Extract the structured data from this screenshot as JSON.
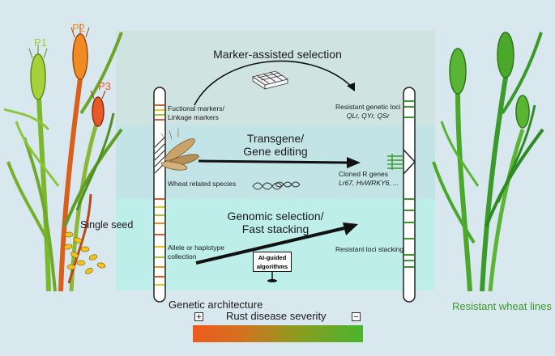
{
  "labels": {
    "p1": "P1",
    "p2": "P2",
    "p3": "P3",
    "single_seed": "Single seed",
    "genetic_architecture": "Genetic architecture",
    "rust_disease_severity": "Rust disease severity",
    "resistant_wheat_lines": "Resistant wheat lines",
    "plus": "+",
    "minus": "−"
  },
  "strategies": [
    {
      "title": "Marker-assisted selection",
      "left_label_1": "Fuctional markers/",
      "left_label_2": "Linkage markers",
      "right_label_1": "Resistant genetic loci",
      "right_label_2": "QLr, QYr, QSr"
    },
    {
      "title_1": "Transgene/",
      "title_2": "Gene editing",
      "left_label": "Wheat related species",
      "right_label_1": "Cloned R genes",
      "right_label_2": "Lr67, HvWRKY6, ..."
    },
    {
      "title_1": "Genomic selection/",
      "title_2": "Fast stacking",
      "left_label_1": "Allele or haplotype",
      "left_label_2": "collection",
      "right_label": "Resistant loci stacking",
      "ai_label_1": "AI-guided",
      "ai_label_2": "algorithms"
    }
  ],
  "colors": {
    "panel_top": "#cfe4e0",
    "panel_mid": "#c2e5e8",
    "panel_bottom": "#bdeeea",
    "p1": "#9acd32",
    "p2": "#f28c1c",
    "p3": "#e8582a",
    "resistant": "#3a9a2a",
    "gradient_start": "#ee5a1e",
    "gradient_end": "#49b42c"
  }
}
